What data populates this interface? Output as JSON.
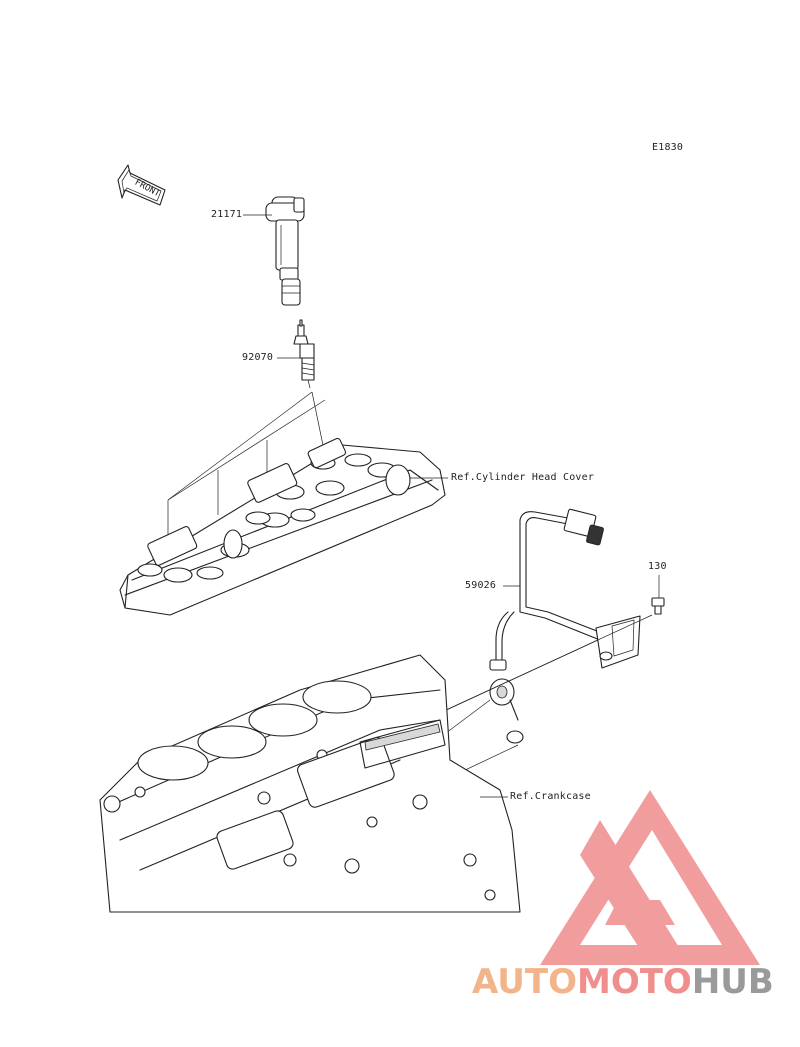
{
  "diagram_code": "E1830",
  "front_arrow_label": "FRONT",
  "parts": {
    "ignition_coil": "21171",
    "spark_plug": "92070",
    "cylinder_head_cover_ref": "Ref.Cylinder Head Cover",
    "sensor_harness": "59026",
    "bolt": "130",
    "crankcase_ref": "Ref.Crankcase"
  },
  "watermark": {
    "part1": "AUTO",
    "part2": "MOTO",
    "part3": "HUB",
    "colors": {
      "part1": "#f2b48a",
      "part2": "#f08d8d",
      "part3": "#9a9a9a",
      "logo": "#f08d8d"
    }
  }
}
